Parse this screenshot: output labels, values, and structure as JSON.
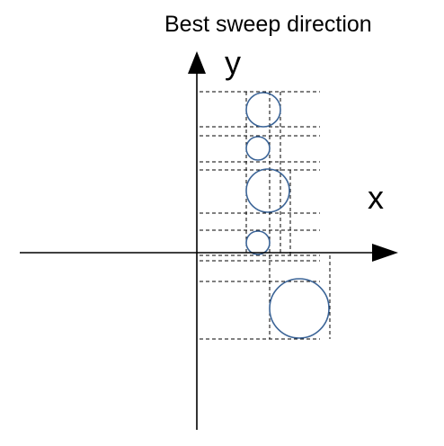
{
  "title": "Best sweep direction",
  "axes": {
    "x_label": "x",
    "y_label": "y"
  },
  "colors": {
    "circle_stroke": "#3b6497",
    "axis": "#000000",
    "guide_lines": "#000000",
    "background": "#ffffff"
  }
}
